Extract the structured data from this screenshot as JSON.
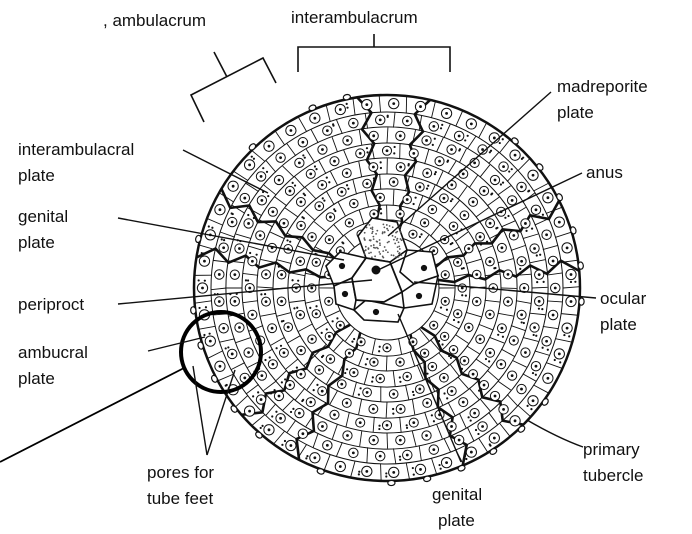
{
  "labels": {
    "ambulacrum": ", ambulacrum",
    "interambulacrum": "interambulacrum",
    "madreporite_1": "madreporite",
    "madreporite_2": "plate",
    "interamb_plate_1": "interambulacral",
    "interamb_plate_2": "plate",
    "anus": "anus",
    "genital_plate_left_1": "genital",
    "genital_plate_left_2": "plate",
    "periproct": "periproct",
    "ocular_1": "ocular",
    "ocular_2": "plate",
    "ambucral_1": "ambucral",
    "ambucral_2": "plate",
    "pores_1": "pores for",
    "pores_2": "tube feet",
    "genital_plate_bottom_1": "genital",
    "genital_plate_bottom_2": "plate",
    "primary_1": "primary",
    "primary_2": "tubercle"
  },
  "colors": {
    "ink": "#111111",
    "background": "#ffffff",
    "madreporite_stipple": "#555555"
  }
}
